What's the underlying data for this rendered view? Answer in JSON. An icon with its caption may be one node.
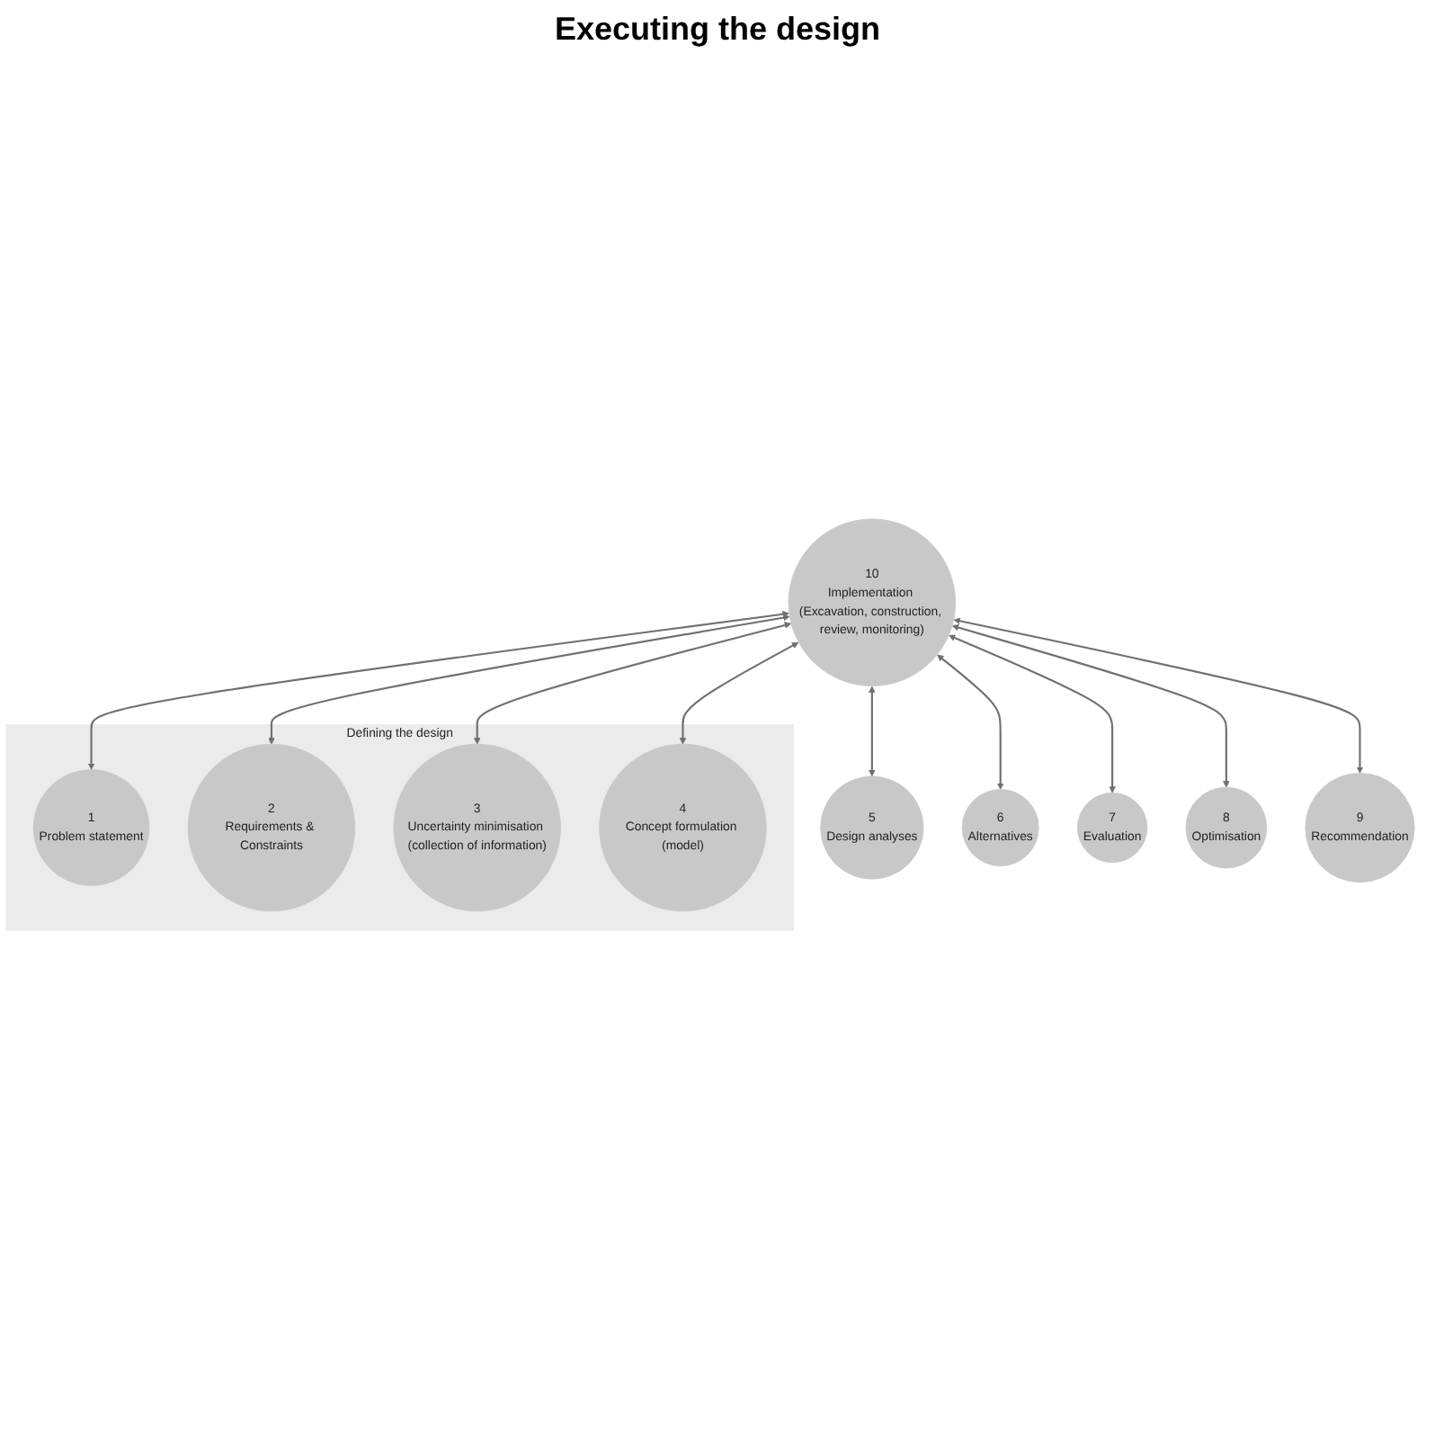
{
  "diagram": {
    "nodes": [
      {
        "text": [
          "Defining the design"
        ]
      },
      {
        "text": [
          "1",
          "Problem statement"
        ],
        "in": 0
      },
      {
        "text": [
          "2",
          "Requirements & Constraints"
        ],
        "in": 0
      },
      {
        "text": [
          "3",
          "Uncertainty minimisation (collection of information)"
        ],
        "in": 0
      },
      {
        "text": [
          "4",
          "Concept formulation (model)"
        ],
        "in": 0
      },
      {
        "text": [
          "5",
          "Design analyses"
        ]
      },
      {
        "text": [
          "6",
          "Alternatives"
        ]
      },
      {
        "text": [
          "7",
          "Evaluation"
        ]
      },
      {
        "text": [
          "8",
          "Optimisation"
        ]
      },
      {
        "text": [
          "9",
          "Recommendation"
        ]
      },
      {
        "text": [
          "10",
          "Implementation (Excavation, construction, review, monitoring)"
        ]
      }
    ],
    "edges": [
      {
        "from": 10,
        "to": 1,
        "arrow": "both"
      },
      {
        "from": 10,
        "to": 2,
        "arrow": "both"
      },
      {
        "from": 10,
        "to": 3,
        "arrow": "both"
      },
      {
        "from": 10,
        "to": 4,
        "arrow": "both"
      },
      {
        "from": 10,
        "to": 5,
        "arrow": "both"
      },
      {
        "from": 10,
        "to": 6,
        "arrow": "both"
      },
      {
        "from": 10,
        "to": 7,
        "arrow": "both"
      },
      {
        "from": 10,
        "to": 8,
        "arrow": "both"
      },
      {
        "from": 10,
        "to": 9,
        "arrow": "both"
      }
    ],
    "labels": [
      "Executing the design"
    ]
  }
}
